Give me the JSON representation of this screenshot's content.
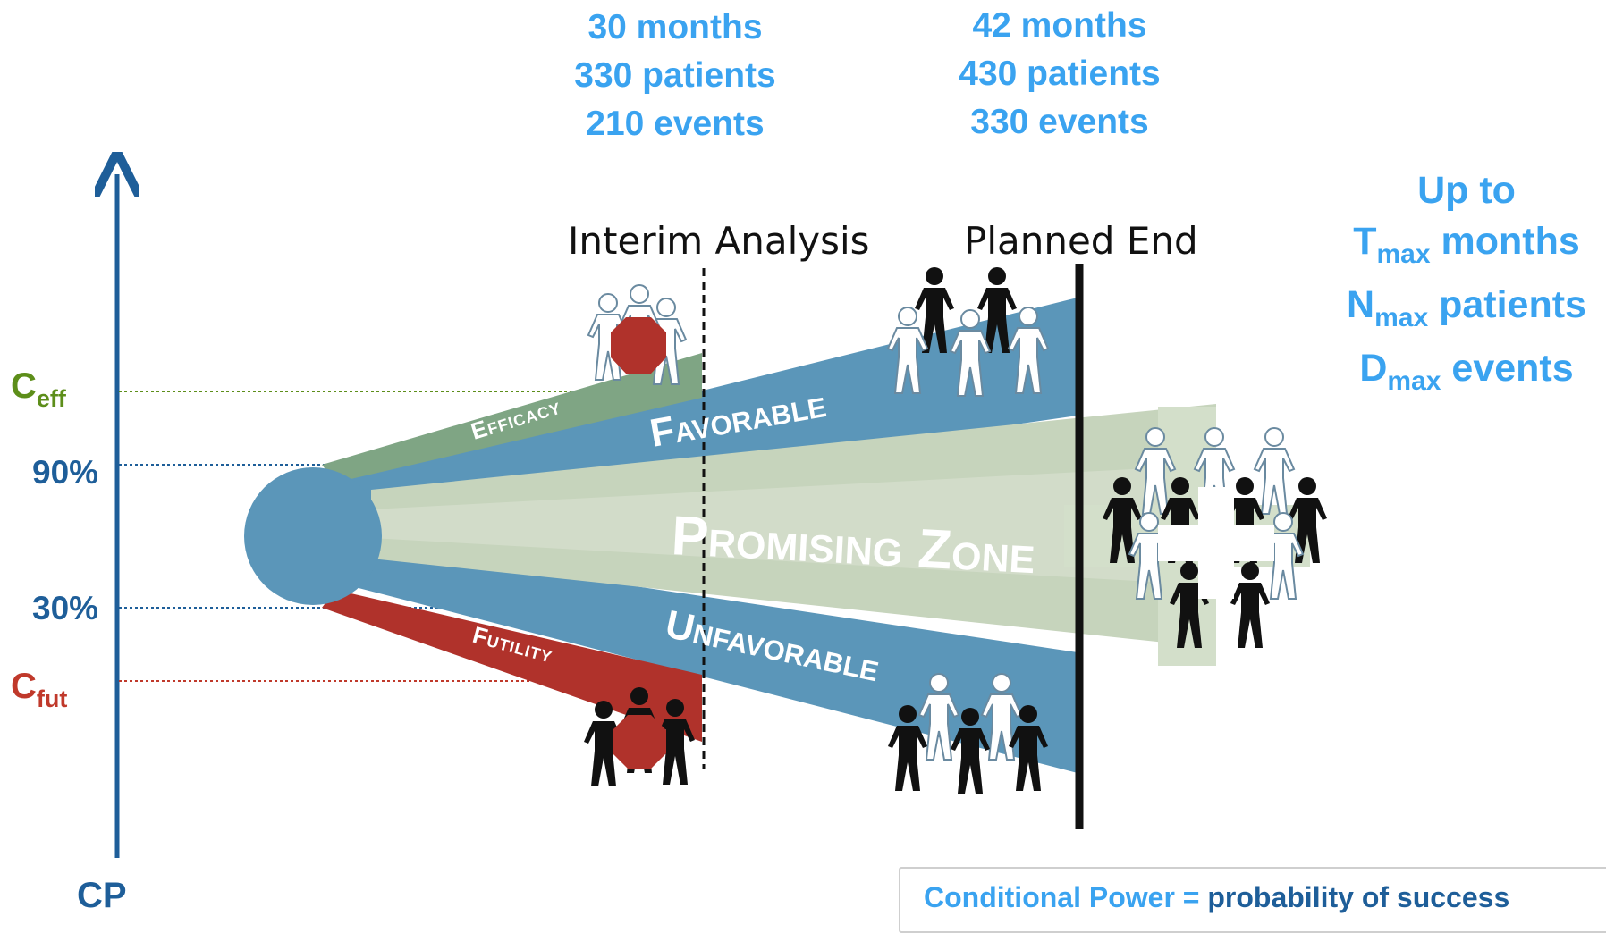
{
  "interim_stats": [
    "30 months",
    "330 patients",
    "210 events"
  ],
  "end_stats": [
    "42 months",
    "430 patients",
    "330 events"
  ],
  "max_stats": {
    "line1": "Up to",
    "line2": {
      "symbol": "T",
      "sub": "max",
      "text": "months"
    },
    "line3": {
      "symbol": "N",
      "sub": "max",
      "text": "patients"
    },
    "line4": {
      "symbol": "D",
      "sub": "max",
      "text": "events"
    }
  },
  "axis": {
    "label": "CP",
    "marks": {
      "ceff": {
        "symbol": "C",
        "sub": "eff"
      },
      "p90": "90%",
      "p30": "30%",
      "cfut": {
        "symbol": "C",
        "sub": "fut"
      }
    }
  },
  "sections": {
    "interim": "Interim Analysis",
    "planned_end": "Planned End"
  },
  "zones": {
    "efficacy": "Efficacy",
    "favorable": "Favorable",
    "promising": "Promising Zone",
    "unfavorable": "Unfavorable",
    "futility": "Futility"
  },
  "definition": {
    "term": "Conditional Power =",
    "value": "probability of success"
  },
  "colors": {
    "stats_blue": "#3aa3f0",
    "axis_blue": "#1e5e99",
    "efficacy_green": "#7fa584",
    "favorable_blue": "#5b96b9",
    "promising_beige": "#c6d4bc",
    "futility_red": "#b0322b",
    "ceff_green": "#5d8e1a",
    "cfut_red": "#c0392b"
  },
  "icons": [
    "people-group-stop-icon",
    "people-group-icon",
    "people-group-plus-icon"
  ]
}
